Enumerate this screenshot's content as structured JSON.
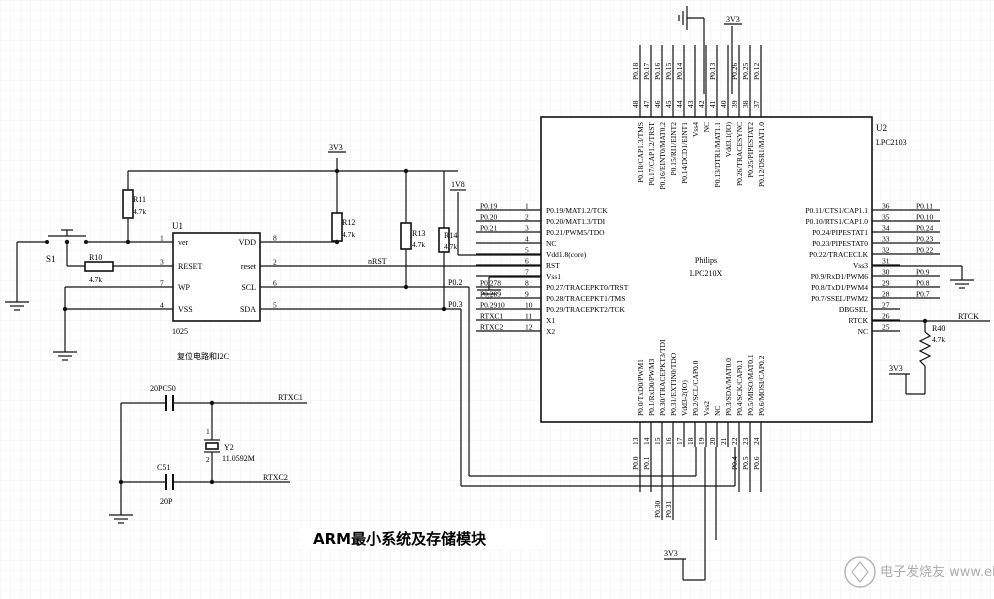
{
  "title": "ARM最小系统及存储模块",
  "watermark": "电子发烧友 www.elecfans.com",
  "nets": {
    "v3v3_top": "3V3",
    "v3v3_mid": "3V3",
    "v3v3_right": "3V3",
    "v3v3_bottom": "3V3",
    "v1v8": "1V8",
    "nrst": "nRST",
    "rtxc1": "RTXC1",
    "rtxc2": "RTXC2",
    "rtck": "RTCK",
    "p02": "P0.2",
    "p03": "P0.3"
  },
  "components": {
    "u1": {
      "ref": "U1",
      "part": "1025",
      "caption": "复位电路和I2C",
      "pins_left": [
        {
          "num": "1",
          "name": "ver"
        },
        {
          "num": "3",
          "name": "RESET"
        },
        {
          "num": "7",
          "name": "WP"
        },
        {
          "num": "4",
          "name": "VSS"
        }
      ],
      "pins_right": [
        {
          "num": "8",
          "name": "VDD"
        },
        {
          "num": "2",
          "name": "reset"
        },
        {
          "num": "6",
          "name": "SCL"
        },
        {
          "num": "5",
          "name": "SDA"
        }
      ]
    },
    "u2": {
      "ref": "U2",
      "part": "LPC2103",
      "maker": "Philips",
      "model": "LPC210X"
    },
    "s1": {
      "ref": "S1"
    },
    "r10": {
      "ref": "R10",
      "value": "4.7k"
    },
    "r11": {
      "ref": "R11",
      "value": "4.7k"
    },
    "r12": {
      "ref": "R12",
      "value": "4.7k"
    },
    "r13": {
      "ref": "R13",
      "value": "4.7k"
    },
    "r14": {
      "ref": "R14",
      "value": "4.7k"
    },
    "r40": {
      "ref": "R40",
      "value": "4.7k"
    },
    "c50": {
      "ref": "20PC50",
      "value": ""
    },
    "c51": {
      "ref": "C51",
      "value": "20P"
    },
    "y2": {
      "ref": "Y2",
      "value": "11.0592M",
      "pin1": "1",
      "pin2": "2"
    }
  },
  "u2_left_pins": [
    {
      "num": "1",
      "name": "P0.19/MAT1.2/TCK",
      "net": "P0.19"
    },
    {
      "num": "2",
      "name": "P0.20/MAT1.3/TDI",
      "net": "P0.20"
    },
    {
      "num": "3",
      "name": "P0.21/PWM5/TDO",
      "net": "P0.21"
    },
    {
      "num": "4",
      "name": "NC",
      "net": ""
    },
    {
      "num": "5",
      "name": "Vdd1.8(core)",
      "net": ""
    },
    {
      "num": "6",
      "name": "RST",
      "net": ""
    },
    {
      "num": "7",
      "name": "Vss1",
      "net": ""
    },
    {
      "num": "8",
      "name": "P0.27/TRACEPKT0/TRST",
      "net": "P0.278"
    },
    {
      "num": "9",
      "name": "P0.28/TRACEPKT1/TMS",
      "net": "P0.289"
    },
    {
      "num": "10",
      "name": "P0.29/TRACEPKT2/TCK",
      "net": "P0.2910"
    },
    {
      "num": "11",
      "name": "X1",
      "net": "RTXC1"
    },
    {
      "num": "12",
      "name": "X2",
      "net": "RTXC2"
    }
  ],
  "u2_right_pins": [
    {
      "num": "36",
      "name": "P0.11/CTS1/CAP1.1",
      "net": "P0.11"
    },
    {
      "num": "35",
      "name": "P0.10/RTS1/CAP1.0",
      "net": "P0.10"
    },
    {
      "num": "34",
      "name": "P0.24/PIPESTAT1",
      "net": "P0.24"
    },
    {
      "num": "33",
      "name": "P0.23/PIPESTAT0",
      "net": "P0.23"
    },
    {
      "num": "32",
      "name": "P0.22/TRACECLK",
      "net": "P0.22"
    },
    {
      "num": "31",
      "name": "Vss3",
      "net": ""
    },
    {
      "num": "30",
      "name": "P0.9/RxD1/PWM6",
      "net": "P0.9"
    },
    {
      "num": "29",
      "name": "P0.8/TxD1/PWM4",
      "net": "P0.8"
    },
    {
      "num": "28",
      "name": "P0.7/SSEL/PWM2",
      "net": "P0.7"
    },
    {
      "num": "27",
      "name": "DBGSEL",
      "net": ""
    },
    {
      "num": "26",
      "name": "RTCK",
      "net": ""
    },
    {
      "num": "25",
      "name": "NC",
      "net": ""
    }
  ],
  "u2_top_pins": [
    {
      "num": "48",
      "name": "P0.18/CAP1.3/TMS",
      "net": "P0.18"
    },
    {
      "num": "47",
      "name": "P0.17/CAP1.2/TRST",
      "net": "P0.17"
    },
    {
      "num": "46",
      "name": "P0.16/EINT0/MAT0.2",
      "net": "P0.16"
    },
    {
      "num": "45",
      "name": "P0.15/RI1/EINT2",
      "net": "P0.15"
    },
    {
      "num": "44",
      "name": "P0.14/DCD1/EINT1",
      "net": "P0.14"
    },
    {
      "num": "43",
      "name": "Vss4",
      "net": ""
    },
    {
      "num": "42",
      "name": "NC",
      "net": ""
    },
    {
      "num": "41",
      "name": "P0.13/DTR1/MAT1.1",
      "net": "P0.13"
    },
    {
      "num": "40",
      "name": "Vdd3.1(IO)",
      "net": ""
    },
    {
      "num": "39",
      "name": "P0.26/TRACESYNC",
      "net": "P0.26"
    },
    {
      "num": "38",
      "name": "P0.25/PIPESTAT2",
      "net": "P0.25"
    },
    {
      "num": "37",
      "name": "P0.12/DSR1/MAT1.0",
      "net": "P0.12"
    }
  ],
  "u2_bottom_pins": [
    {
      "num": "13",
      "name": "P0.0/TxD0/PWM1",
      "net": "P0.0"
    },
    {
      "num": "14",
      "name": "P0.1/RxD0/PWM3",
      "net": "P0.1"
    },
    {
      "num": "15",
      "name": "P0.30/TRACEPKT3/TDI",
      "net": ""
    },
    {
      "num": "16",
      "name": "P0.31/EXTIN0/TDO",
      "net": ""
    },
    {
      "num": "17",
      "name": "Vdd3-2(IO)",
      "net": ""
    },
    {
      "num": "18",
      "name": "P0.2/SCL/CAP0.0",
      "net": ""
    },
    {
      "num": "19",
      "name": "Vss2",
      "net": ""
    },
    {
      "num": "20",
      "name": "NC",
      "net": ""
    },
    {
      "num": "21",
      "name": "P0.3/SDA/MAT0.0",
      "net": ""
    },
    {
      "num": "22",
      "name": "P0.4/SCK/CAP0.1",
      "net": "P0.4"
    },
    {
      "num": "23",
      "name": "P0.5/MISO/MAT0.1",
      "net": "P0.5"
    },
    {
      "num": "24",
      "name": "P0.6/MOSI/CAP0.2",
      "net": "P0.6"
    }
  ],
  "bottom_nets_extra": [
    "P0.30",
    "P0.31"
  ]
}
